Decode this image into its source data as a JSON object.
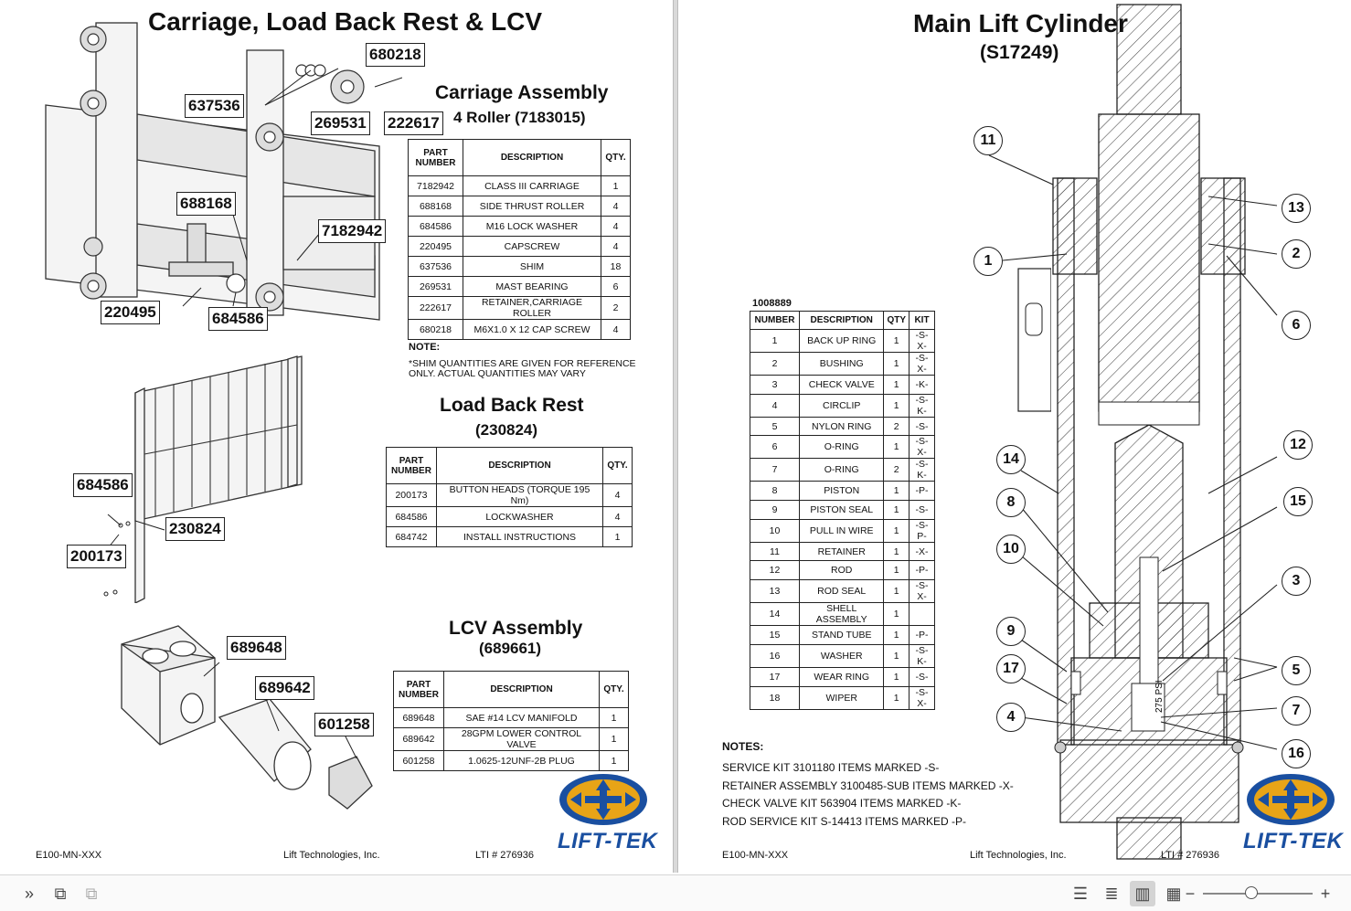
{
  "left": {
    "title": "Carriage, Load Back Rest & LCV",
    "carriage": {
      "title": "Carriage Assembly",
      "subtitle": "4 Roller (7183015)",
      "headers": [
        "PART\nNUMBER",
        "DESCRIPTION",
        "QTY."
      ],
      "rows": [
        [
          "7182942",
          "CLASS III CARRIAGE",
          "1"
        ],
        [
          "688168",
          "SIDE THRUST ROLLER",
          "4"
        ],
        [
          "684586",
          "M16 LOCK WASHER",
          "4"
        ],
        [
          "220495",
          "CAPSCREW",
          "4"
        ],
        [
          "637536",
          "SHIM",
          "18"
        ],
        [
          "269531",
          "MAST BEARING",
          "6"
        ],
        [
          "222617",
          "RETAINER,CARRIAGE ROLLER",
          "2"
        ],
        [
          "680218",
          "M6X1.0 X 12 CAP SCREW",
          "4"
        ]
      ],
      "note_label": "NOTE:",
      "note_line1": "*SHIM QUANTITIES ARE GIVEN FOR REFERENCE",
      "note_line2": "ONLY. ACTUAL QUANTITIES  MAY VARY"
    },
    "lbr": {
      "title": "Load Back Rest",
      "subtitle": "(230824)",
      "headers": [
        "PART\nNUMBER",
        "DESCRIPTION",
        "QTY."
      ],
      "rows": [
        [
          "200173",
          "BUTTON HEADS (TORQUE 195 Nm)",
          "4"
        ],
        [
          "684586",
          "LOCKWASHER",
          "4"
        ],
        [
          "684742",
          "INSTALL INSTRUCTIONS",
          "1"
        ]
      ]
    },
    "lcv": {
      "title": "LCV Assembly",
      "subtitle": "(689661)",
      "headers": [
        "PART\nNUMBER",
        "DESCRIPTION",
        "QTY."
      ],
      "rows": [
        [
          "689648",
          "SAE #14 LCV MANIFOLD",
          "1"
        ],
        [
          "689642",
          "28GPM LOWER CONTROL VALVE",
          "1"
        ],
        [
          "601258",
          "1.0625-12UNF-2B PLUG",
          "1"
        ]
      ]
    },
    "callouts": [
      "680218",
      "637536",
      "269531",
      "222617",
      "688168",
      "7182942",
      "220495",
      "684586",
      "684586",
      "230824",
      "200173",
      "689648",
      "689642",
      "601258"
    ],
    "footer": {
      "doc": "E100-MN-XXX",
      "company": "Lift Technologies, Inc.",
      "lti": "LTI # 276936"
    },
    "logo_text": "LIFT-TEK"
  },
  "right": {
    "title": "Main Lift Cylinder",
    "subtitle": "(S17249)",
    "table_caption": "1008889",
    "headers": [
      "NUMBER",
      "DESCRIPTION",
      "QTY",
      "KIT"
    ],
    "rows": [
      [
        "1",
        "BACK UP RING",
        "1",
        "-S-X-"
      ],
      [
        "2",
        "BUSHING",
        "1",
        "-S-X-"
      ],
      [
        "3",
        "CHECK VALVE",
        "1",
        "-K-"
      ],
      [
        "4",
        "CIRCLIP",
        "1",
        "-S-K-"
      ],
      [
        "5",
        "NYLON RING",
        "2",
        "-S-"
      ],
      [
        "6",
        "O-RING",
        "1",
        "-S-X-"
      ],
      [
        "7",
        "O-RING",
        "2",
        "-S-K-"
      ],
      [
        "8",
        "PISTON",
        "1",
        "-P-"
      ],
      [
        "9",
        "PISTON SEAL",
        "1",
        "-S-"
      ],
      [
        "10",
        "PULL IN WIRE",
        "1",
        "-S-P-"
      ],
      [
        "11",
        "RETAINER",
        "1",
        "-X-"
      ],
      [
        "12",
        "ROD",
        "1",
        "-P-"
      ],
      [
        "13",
        "ROD SEAL",
        "1",
        "-S-X-"
      ],
      [
        "14",
        "SHELL ASSEMBLY",
        "1",
        ""
      ],
      [
        "15",
        "STAND TUBE",
        "1",
        "-P-"
      ],
      [
        "16",
        "WASHER",
        "1",
        "-S-K-"
      ],
      [
        "17",
        "WEAR RING",
        "1",
        "-S-"
      ],
      [
        "18",
        "WIPER",
        "1",
        "-S-X-"
      ]
    ],
    "notes_label": "NOTES:",
    "notes": [
      "SERVICE KIT 3101180 ITEMS MARKED -S-",
      "RETAINER ASSEMBLY 3100485-SUB ITEMS MARKED -X-",
      "CHECK VALVE KIT 563904 ITEMS MARKED -K-",
      "ROD SERVICE KIT S-14413 ITEMS MARKED -P-"
    ],
    "balloons": [
      "11",
      "13",
      "1",
      "2",
      "6",
      "14",
      "12",
      "8",
      "15",
      "10",
      "3",
      "9",
      "17",
      "5",
      "4",
      "7",
      "16"
    ],
    "psi_label": "275 PSI",
    "footer": {
      "doc": "E100-MN-XXX",
      "company": "Lift Technologies, Inc.",
      "lti": "LTI # 276936"
    },
    "logo_text": "LIFT-TEK"
  },
  "colors": {
    "logo_blue": "#1a4fa0",
    "logo_gold": "#e8a417"
  },
  "toolbar": {
    "icons": [
      "double-chevron-right-icon",
      "rotate-icon",
      "rotate-disabled-icon",
      "single-page-icon",
      "continuous-page-icon",
      "two-page-icon",
      "grid-page-icon",
      "zoom-out-icon",
      "zoom-in-icon"
    ],
    "zoom_out": "−",
    "zoom_in": "+"
  }
}
